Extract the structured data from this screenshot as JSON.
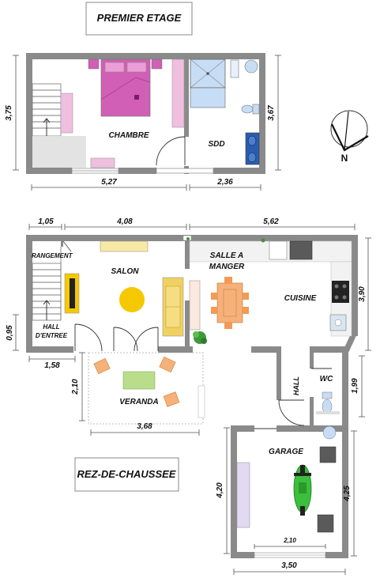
{
  "floors": {
    "upper": "PREMIER ETAGE",
    "ground": "REZ-DE-CHAUSSEE"
  },
  "rooms": {
    "chambre": "CHAMBRE",
    "sdd": "SDD",
    "rangement": "RANGEMENT",
    "salon": "SALON",
    "salle_a_manger_1": "SALLE A",
    "salle_a_manger_2": "MANGER",
    "cuisine": "CUISINE",
    "hall_entree_1": "HALL",
    "hall_entree_2": "D'ENTREE",
    "veranda": "VERANDA",
    "hall": "HALL",
    "wc": "WC",
    "garage": "GARAGE"
  },
  "dimensions": {
    "upper_height_left": "3,75",
    "upper_height_right": "3,67",
    "upper_width_chambre": "5,27",
    "upper_width_sdd": "2,36",
    "ground_top_1": "1,05",
    "ground_top_2": "4,08",
    "ground_top_3": "5,62",
    "ground_right": "3,90",
    "hall_entree_height": "0,95",
    "hall_entree_width": "1,58",
    "veranda_height": "2,10",
    "veranda_width": "3,68",
    "wc_height": "1,99",
    "garage_left": "4,20",
    "garage_right": "4,25",
    "garage_door": "2,10",
    "garage_width": "3,50"
  },
  "compass": {
    "north": "N"
  },
  "colors": {
    "wall": "#8a8a8a",
    "bed": "#d15fb5",
    "pink_furniture": "#f0bfe0",
    "shower": "#c7dcf5",
    "sink": "#2a5db0",
    "sofa": "#f0d060",
    "table": "#f6b07a",
    "rug": "#f5c800",
    "veranda_rug": "#b9dd8b",
    "motorcycle": "#3cbf3c"
  }
}
